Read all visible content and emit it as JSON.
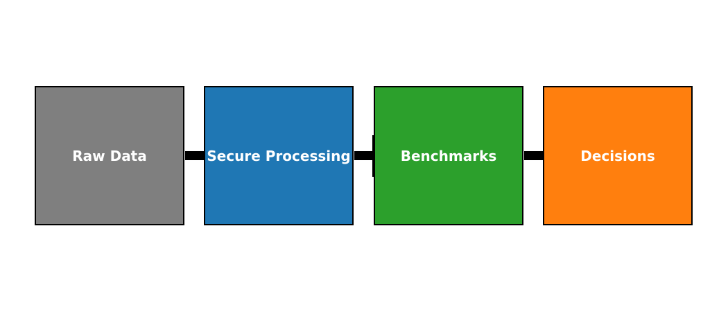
{
  "diagram": {
    "steps": [
      {
        "label": "Raw Data",
        "color": "#7f7f7f"
      },
      {
        "label": "Secure Processing",
        "color": "#1f77b4"
      },
      {
        "label": "Benchmarks",
        "color": "#2ca02c"
      },
      {
        "label": "Decisions",
        "color": "#ff7f0e"
      }
    ],
    "connector_color": "#000000"
  }
}
